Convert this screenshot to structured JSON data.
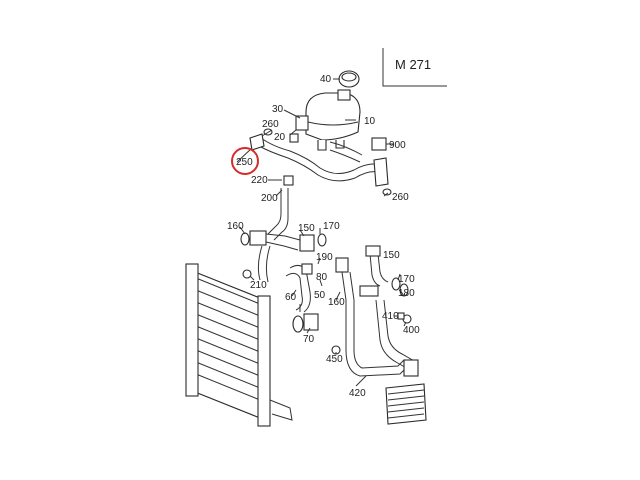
{
  "diagram": {
    "title": "M 271",
    "highlighted_label": "250",
    "highlight_color": "#d62c2c",
    "labels": {
      "l40": "40",
      "l30": "30",
      "l20": "20",
      "l10": "10",
      "l260a": "260",
      "l900": "900",
      "l250": "250",
      "l220": "220",
      "l260b": "260",
      "l200": "200",
      "l160a": "160",
      "l150a": "150",
      "l170a": "170",
      "l190": "190",
      "l210": "210",
      "l80": "80",
      "l60": "60",
      "l50": "50",
      "l70": "70",
      "l160b": "160",
      "l150b": "150",
      "l170b": "170",
      "l180": "180",
      "l400": "400",
      "l410": "410",
      "l450": "450",
      "l420": "420"
    }
  }
}
